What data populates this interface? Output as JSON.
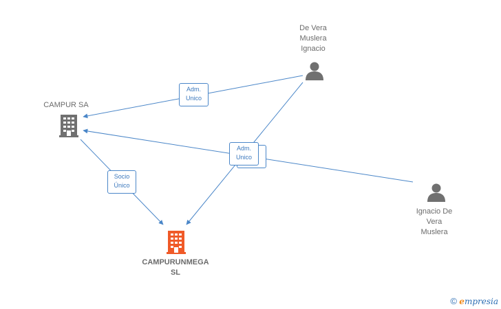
{
  "nodes": {
    "de_vera_top": {
      "lines": [
        "De Vera",
        "Muslera",
        "Ignacio"
      ]
    },
    "campur_sa": {
      "label": "CAMPUR SA"
    },
    "campurunmega": {
      "lines": [
        "CAMPURUNMEGA",
        "SL"
      ]
    },
    "ignacio_bottom": {
      "lines": [
        "Ignacio De",
        "Vera",
        "Muslera"
      ]
    }
  },
  "edges": {
    "adm_unico_top": {
      "line1": "Adm.",
      "line2": "Unico"
    },
    "adm_unico_mid": {
      "line1": "Adm.",
      "line2": "Unico"
    },
    "socio_unico": {
      "line1": "Socio",
      "line2": "Único"
    }
  },
  "colors": {
    "edge": "#4a86c8",
    "company_gray": "#707070",
    "company_highlight": "#f05a28",
    "person": "#707070"
  },
  "icons": {
    "person": "person-icon",
    "company": "building-icon"
  },
  "brand": {
    "copyright": "©",
    "initial": "e",
    "rest": "mpresia"
  }
}
